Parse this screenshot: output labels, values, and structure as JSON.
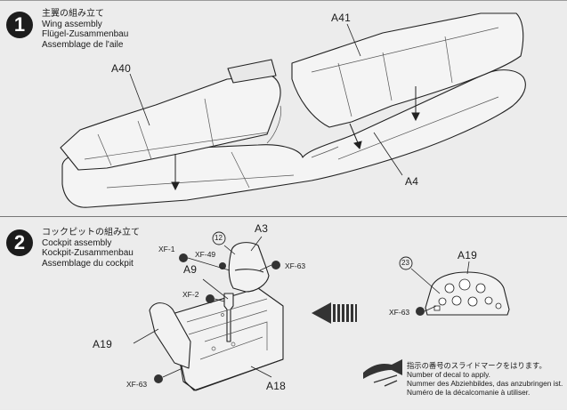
{
  "step1": {
    "number": "1",
    "title_jp": "主翼の組み立て",
    "title_en": "Wing assembly",
    "title_de": "Flügel-Zusammenbau",
    "title_fr": "Assemblage de l'aile",
    "labels": {
      "a41": "A41",
      "a40": "A40",
      "a4": "A4"
    }
  },
  "step2": {
    "number": "2",
    "title_jp": "コックピットの組み立て",
    "title_en": "Cockpit assembly",
    "title_de": "Kockpit-Zusammenbau",
    "title_fr": "Assemblage du cockpit",
    "labels": {
      "a3": "A3",
      "a9": "A9",
      "a19_left": "A19",
      "a18": "A18",
      "a19_right": "A19",
      "xf1": "XF-1",
      "xf49": "XF-49",
      "xf63_a": "XF-63",
      "xf2": "XF-2",
      "xf63_b": "XF-63",
      "xf63_c": "XF-63",
      "decal12": "12",
      "decal23": "23"
    },
    "note_jp": "指示の番号のスライドマークをはります。",
    "note_en": "Number of decal to apply.",
    "note_de": "Nummer des Abziehbildes, das anzubringen ist.",
    "note_fr": "Numéro de la décalcomanie à utiliser."
  }
}
